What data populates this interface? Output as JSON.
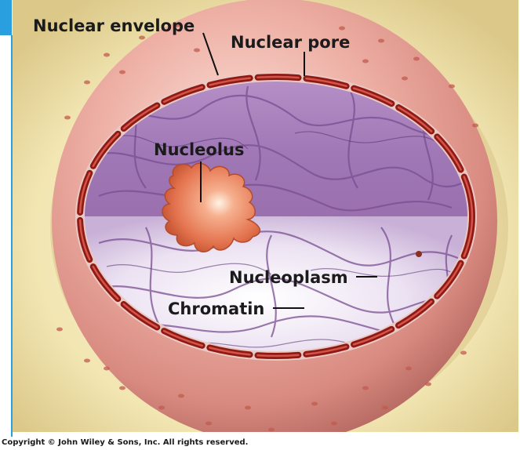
{
  "labels": {
    "nuclear_envelope": "Nuclear envelope",
    "nuclear_pore": "Nuclear pore",
    "nucleolus": "Nucleolus",
    "nucleoplasm": "Nucleoplasm",
    "chromatin": "Chromatin"
  },
  "copyright": "Copyright © John Wiley & Sons, Inc. All rights reserved.",
  "colors": {
    "accent": "#2a9fe0",
    "background": "#f4eab8",
    "envelope": "#e8a39a",
    "membrane": "#8f1a14",
    "nucleoplasm": "#a678b8",
    "nucleolus": "#e4734f"
  }
}
